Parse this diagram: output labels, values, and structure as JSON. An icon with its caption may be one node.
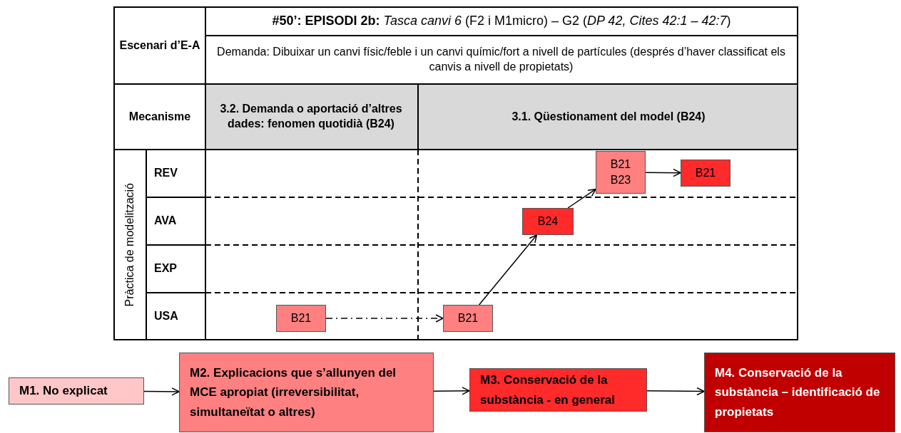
{
  "diagram": {
    "nodes": [
      {
        "text": [
          "B21",
          "B23"
        ]
      },
      {
        "text": [
          "B21"
        ]
      },
      {
        "text": [
          "B24"
        ]
      },
      {
        "text": [
          "B21"
        ]
      },
      {
        "text": [
          "B21"
        ]
      },
      {
        "text": [
          "M1. No explicat"
        ]
      },
      {
        "text": [
          "M2. Explicacions que s’allunyen del MCE apropiat (irreversibilitat, simultaneïtat o altres)"
        ]
      },
      {
        "text": [
          "M3. Conservació de la substància - en general"
        ]
      },
      {
        "text": [
          "M4. Conservació de la substància – identificació de propietats"
        ]
      }
    ],
    "edges": [
      {
        "from": 3,
        "to": 4,
        "arrow": "to",
        "style": "dashed"
      },
      {
        "from": 4,
        "to": 2,
        "arrow": "to"
      },
      {
        "from": 2,
        "to": 0,
        "arrow": "to"
      },
      {
        "from": 0,
        "to": 1,
        "arrow": "to"
      },
      {
        "from": 5,
        "to": 6,
        "arrow": "to"
      },
      {
        "from": 6,
        "to": 7,
        "arrow": "to"
      },
      {
        "from": 7,
        "to": 8,
        "arrow": "to"
      }
    ],
    "labels": [
      "Escenari d’E-A",
      "**#50’: EPISODI 2b:** *Tasca canvi 6* (F2 i M1micro) – G2 (*DP 42, Cites 42:1 – 42:7*)",
      "Demanda: Dibuixar un canvi físic/feble i un canvi químic/fort a nivell de partícules (després d’haver classificat els canvis a nivell de propietats)",
      "Mecanisme",
      "3.2. Demanda o aportació d’altres dades: fenomen quotidià (B24)",
      "3.1. Qüestionament del model (B24)",
      "Pràctica de modelització",
      "REV",
      "AVA",
      "EXP",
      "USA"
    ]
  }
}
